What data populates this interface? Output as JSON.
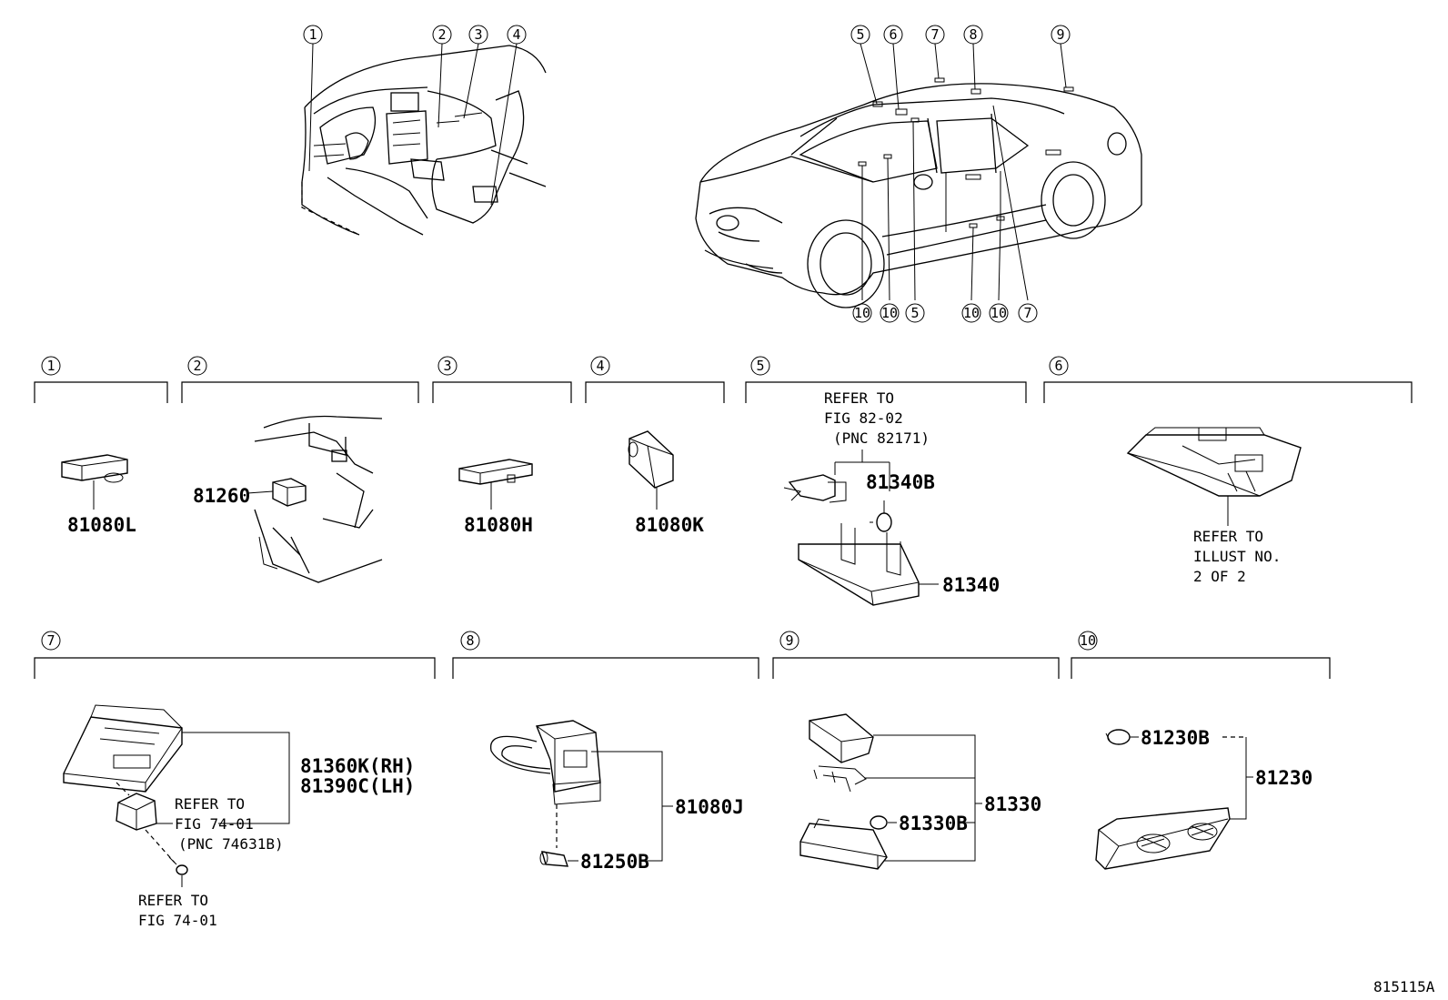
{
  "callouts_interior": [
    "1",
    "2",
    "3",
    "4"
  ],
  "callouts_exterior_top": [
    "5",
    "6",
    "7",
    "8",
    "9"
  ],
  "callouts_exterior_bottom": [
    "10",
    "10",
    "5",
    "10",
    "10",
    "7"
  ],
  "sections": [
    {
      "id": "1",
      "parts": [
        "81080L"
      ]
    },
    {
      "id": "2",
      "parts": [
        "81260"
      ]
    },
    {
      "id": "3",
      "parts": [
        "81080H"
      ]
    },
    {
      "id": "4",
      "parts": [
        "81080K"
      ]
    },
    {
      "id": "5",
      "parts": [
        "81340B",
        "81340"
      ],
      "note": [
        "REFER TO",
        "FIG 82-02",
        "(PNC 82171)"
      ]
    },
    {
      "id": "6",
      "parts": [],
      "note": [
        "REFER TO",
        "ILLUST NO.",
        "2 OF 2"
      ]
    },
    {
      "id": "7",
      "parts": [
        "81360K(RH)",
        "81390C(LH)"
      ],
      "note": [
        "REFER TO",
        "FIG 74-01",
        "(PNC 74631B)"
      ],
      "note2": [
        "REFER TO",
        "FIG 74-01"
      ]
    },
    {
      "id": "8",
      "parts": [
        "81080J",
        "81250B"
      ]
    },
    {
      "id": "9",
      "parts": [
        "81330",
        "81330B"
      ]
    },
    {
      "id": "10",
      "parts": [
        "81230B",
        "81230"
      ]
    }
  ],
  "figure_id": "815115A"
}
